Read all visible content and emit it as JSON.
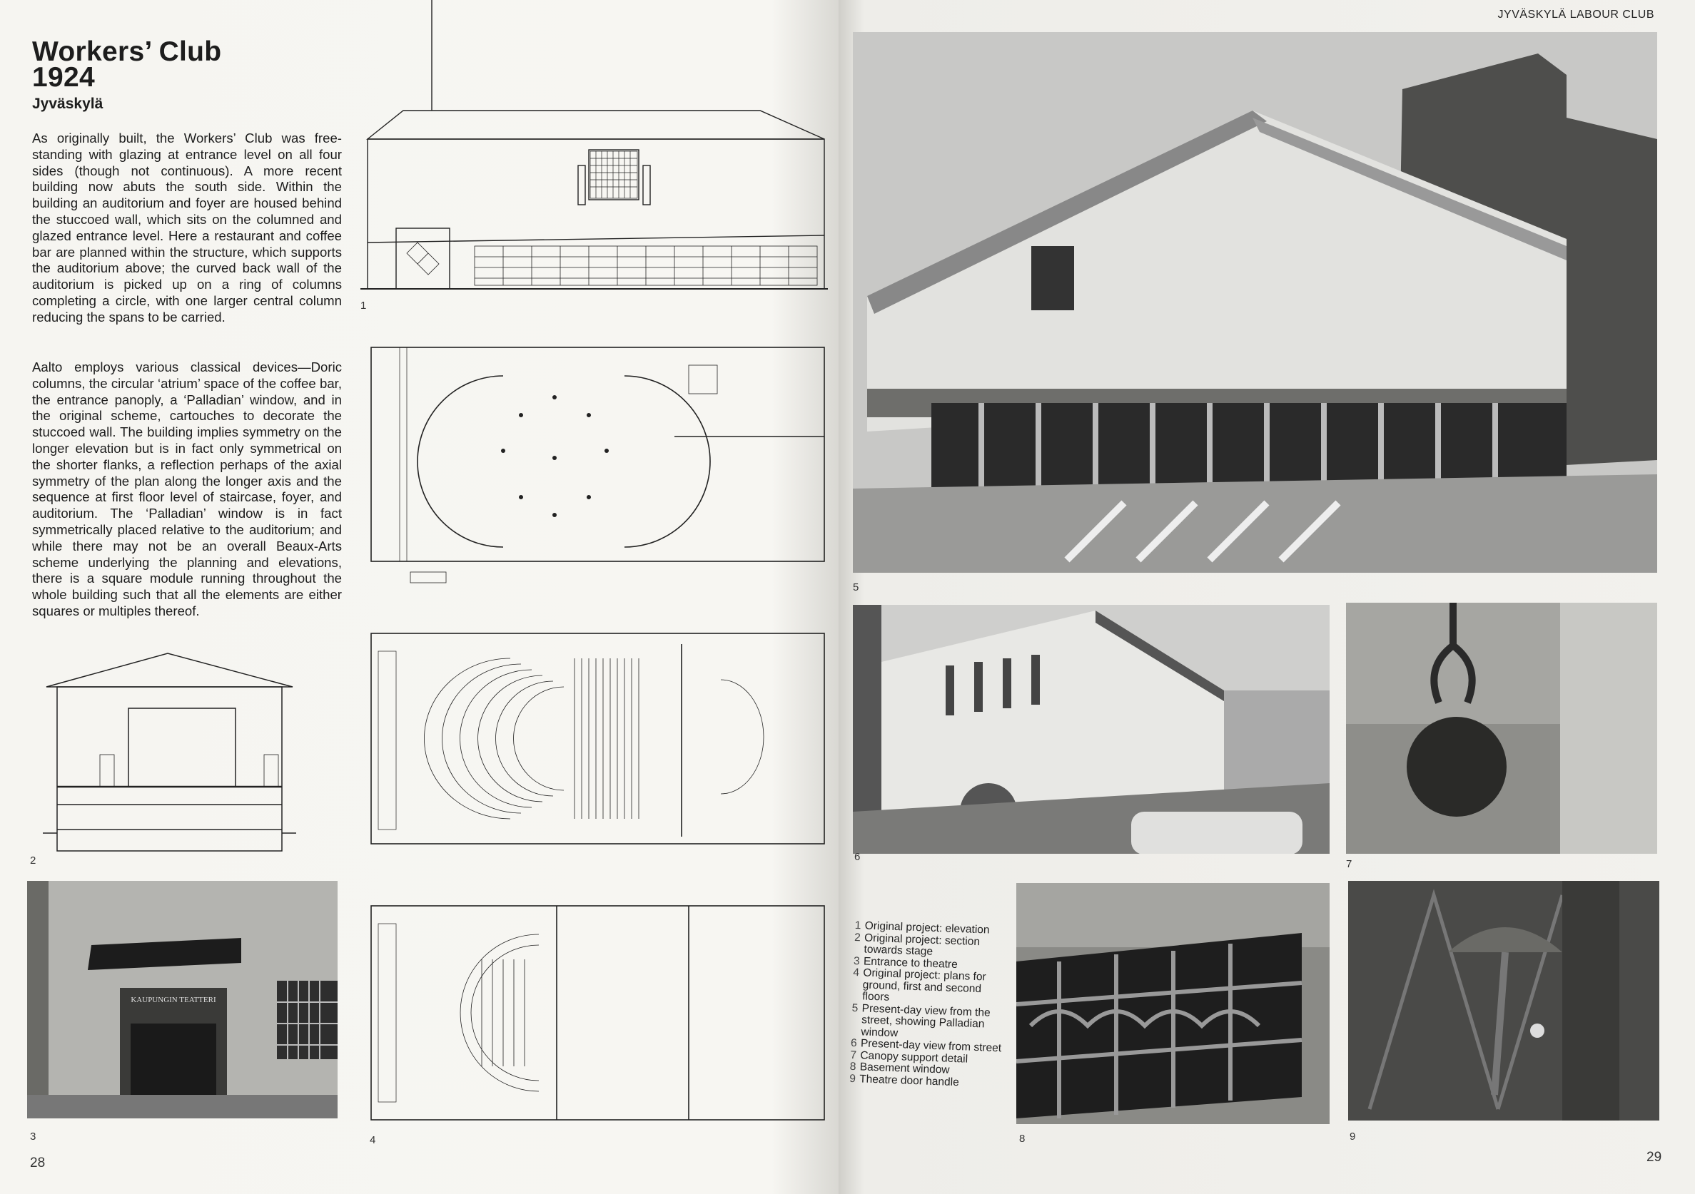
{
  "left_page": {
    "title": "Workers’ Club",
    "year": "1924",
    "location": "Jyväskylä",
    "paragraphs": [
      "As originally built, the Workers’ Club was free-standing with glazing at entrance level on all four sides (though not continuous). A more recent building now abuts the south side. Within the building an auditorium and foyer are housed behind the stuccoed wall, which sits on the columned and glazed entrance level. Here a restaurant and coffee bar are planned within the structure, which supports the auditorium above; the curved back wall of the auditorium is picked up on a ring of columns completing a circle, with one larger central column reducing the spans to be carried.",
      "Aalto employs various classical devices—Doric columns, the circular ‘atrium’ space of the coffee bar, the entrance panoply, a ‘Palladian’ window, and in the original scheme, cartouches to decorate the stuccoed wall. The building implies symmetry on the longer elevation but is in fact only symmetrical on the shorter flanks, a reflection perhaps of the axial symmetry of the plan along the longer axis and the sequence at first floor level of staircase, foyer, and auditorium. The ‘Palladian’ window is in fact symmetrically placed relative to the auditorium; and while there may not be an overall Beaux-Arts scheme underlying the planning and elevations, there is a square module running throughout the whole building such that all the elements are either squares or multiples thereof."
    ],
    "figure_labels": {
      "f1": "1",
      "f2": "2",
      "f3": "3",
      "f4": "4"
    },
    "photo3_sign": "KAUPUNGIN TEATTERI",
    "page_number": "28"
  },
  "right_page": {
    "running_head": "JYVÄSKYLÄ LABOUR CLUB",
    "figure_labels": {
      "f5": "5",
      "f6": "6",
      "f7": "7",
      "f8": "8",
      "f9": "9"
    },
    "captions": [
      {
        "n": "1",
        "text": "Original project: elevation"
      },
      {
        "n": "2",
        "text": "Original project: section towards stage"
      },
      {
        "n": "3",
        "text": "Entrance to theatre"
      },
      {
        "n": "4",
        "text": "Original project: plans for ground, first and second floors"
      },
      {
        "n": "5",
        "text": "Present-day view from the street, showing Palladian window"
      },
      {
        "n": "6",
        "text": "Present-day view from street"
      },
      {
        "n": "7",
        "text": "Canopy support detail"
      },
      {
        "n": "8",
        "text": "Basement window"
      },
      {
        "n": "9",
        "text": "Theatre door handle"
      }
    ],
    "page_number": "29"
  }
}
